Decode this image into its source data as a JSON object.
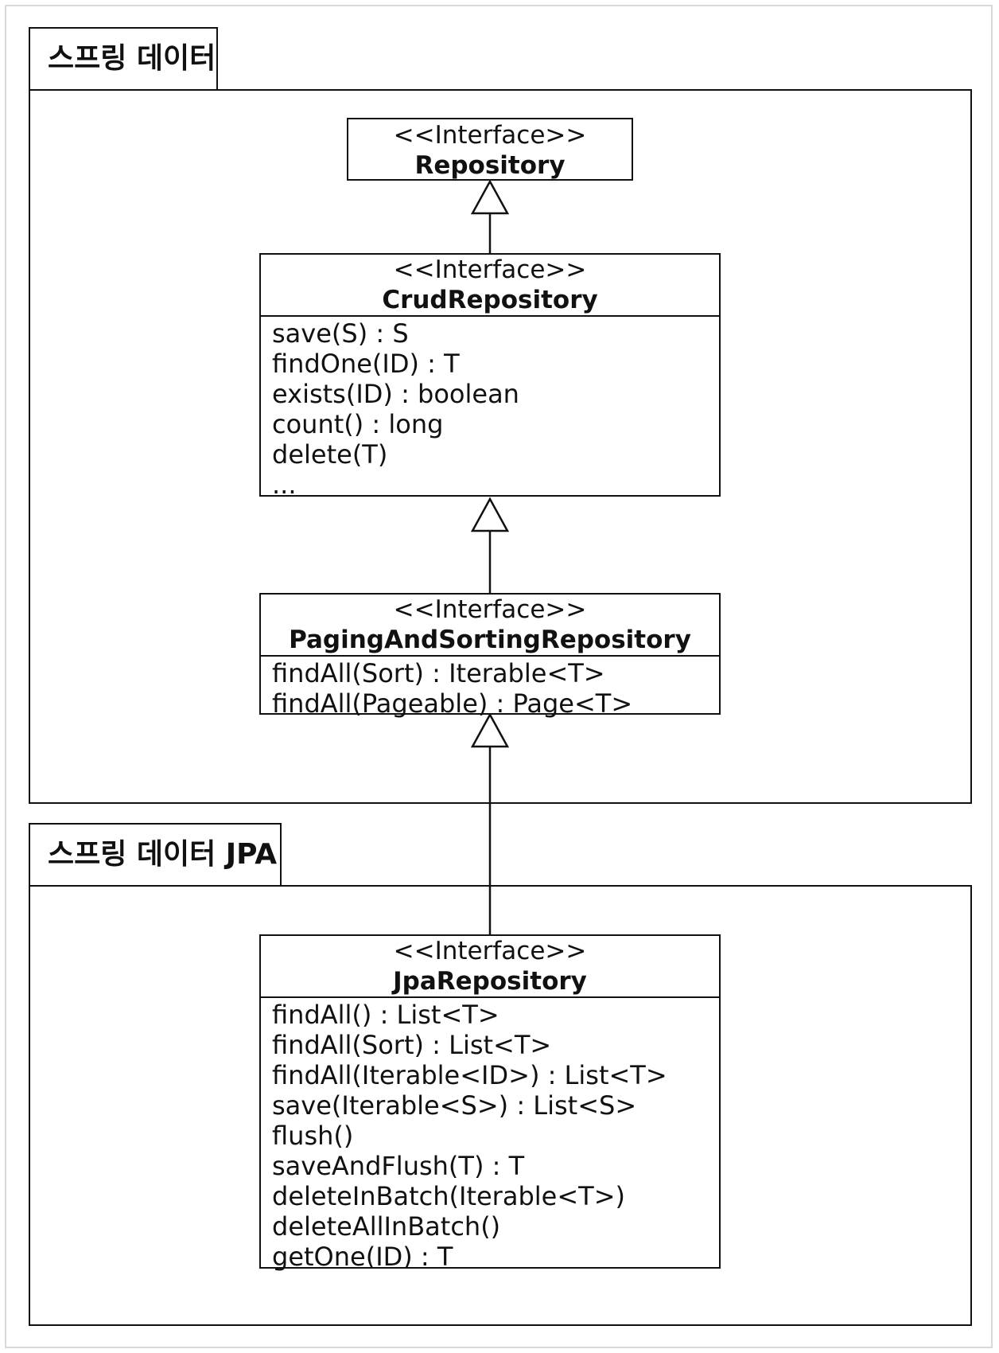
{
  "packages": {
    "spring_data": {
      "label": "스프링 데이터"
    },
    "spring_data_jpa": {
      "label": "스프링 데이터 JPA"
    }
  },
  "classes": {
    "repository": {
      "stereotype": "<<Interface>>",
      "name": "Repository",
      "operations": []
    },
    "crud_repository": {
      "stereotype": "<<Interface>>",
      "name": "CrudRepository",
      "operations": [
        "save(S) : S",
        "findOne(ID) : T",
        "exists(ID) : boolean",
        "count() : long",
        "delete(T)",
        "..."
      ]
    },
    "paging_and_sorting_repository": {
      "stereotype": "<<Interface>>",
      "name": "PagingAndSortingRepository",
      "operations": [
        "findAll(Sort) : Iterable<T>",
        "findAll(Pageable) : Page<T>"
      ]
    },
    "jpa_repository": {
      "stereotype": "<<Interface>>",
      "name": "JpaRepository",
      "operations": [
        "findAll() : List<T>",
        "findAll(Sort) : List<T>",
        "findAll(Iterable<ID>) : List<T>",
        "save(Iterable<S>) : List<S>",
        "flush()",
        "saveAndFlush(T) : T",
        "deleteInBatch(Iterable<T>)",
        "deleteAllInBatch()",
        "getOne(ID) : T"
      ]
    }
  }
}
